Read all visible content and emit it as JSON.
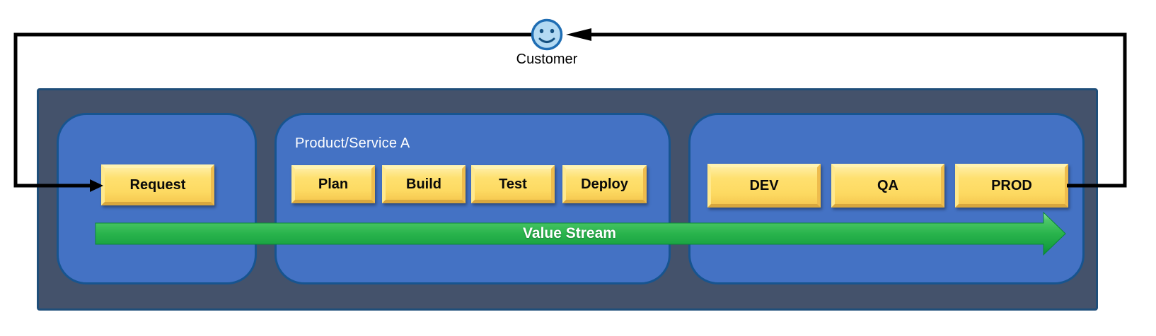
{
  "diagram": {
    "customer_label": "Customer",
    "product_service_label": "Product/Service A",
    "value_stream_label": "Value Stream",
    "stages": {
      "request": "Request",
      "pipeline": [
        "Plan",
        "Build",
        "Test",
        "Deploy"
      ],
      "environments": [
        "DEV",
        "QA",
        "PROD"
      ]
    }
  },
  "colors": {
    "lane_blue": "#4472C4",
    "lane_border": "#17548F",
    "container_slate": "#44526B",
    "container_border": "#1F4E79",
    "stage_yellow": "#FDDA62",
    "stage_yellow_bevel_dark": "#D8A73E",
    "value_stream_green": "#29B44C",
    "value_stream_green_dark": "#0D8C35",
    "arrow_black": "#000000",
    "customer_face_fill": "#B3DAF3",
    "customer_face_stroke": "#1E6DB3"
  }
}
